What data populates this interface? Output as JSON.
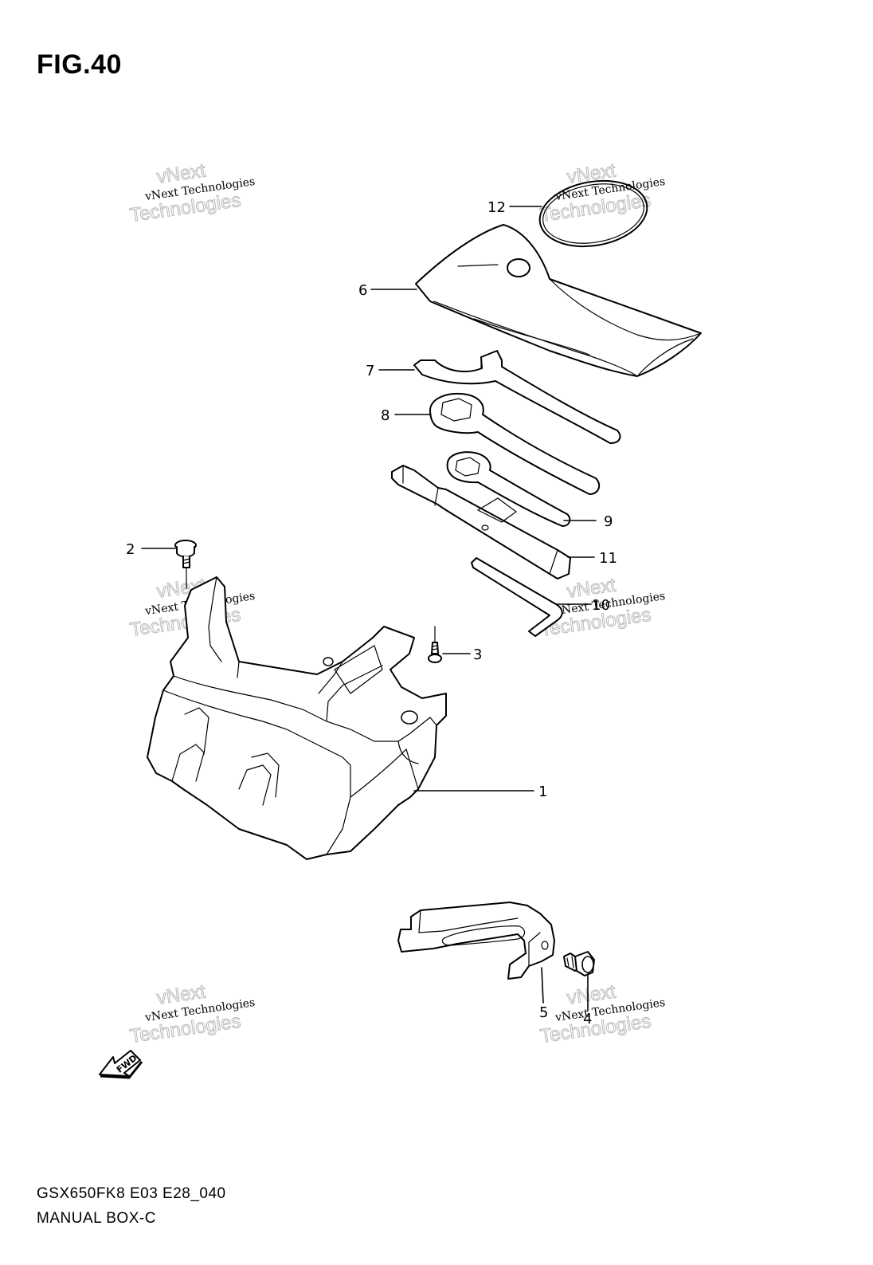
{
  "figure": {
    "title": "FIG.40"
  },
  "footer": {
    "model_code": "GSX650FK8 E03 E28_040",
    "section_name": "MANUAL BOX-C"
  },
  "fwd_label": "FWD",
  "callouts": {
    "1": "1",
    "2": "2",
    "3": "3",
    "4": "4",
    "5": "5",
    "6": "6",
    "7": "7",
    "8": "8",
    "9": "9",
    "10": "10",
    "11": "11",
    "12": "12"
  },
  "watermark": {
    "line1": "vNext Technologies",
    "line2": "vNext",
    "line3": "Technologies"
  }
}
